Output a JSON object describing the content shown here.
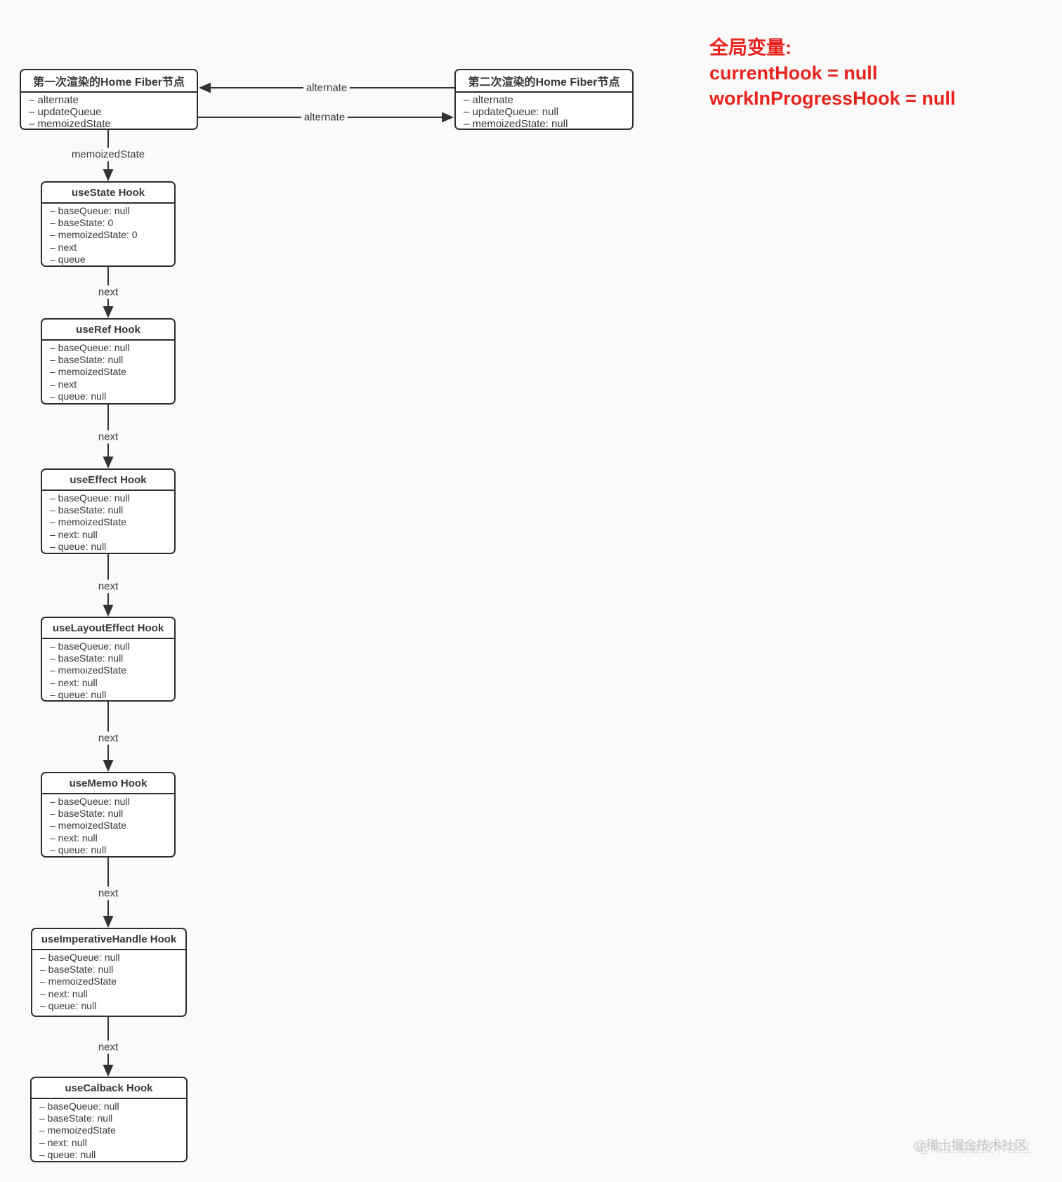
{
  "colors": {
    "background": "#fafafa",
    "box_border": "#2e2e2e",
    "box_fill": "#ffffff",
    "text": "#373737",
    "line": "#333333",
    "annotation_red": "#e8231d",
    "watermark_gray": "#c6c6c6"
  },
  "globals": {
    "heading": "全局变量:",
    "line1": "currentHook = null",
    "line2": "workInProgressHook = null"
  },
  "fiber_first": {
    "title": "第一次渲染的Home Fiber节点",
    "fields": [
      "– alternate",
      "– updateQueue",
      "– memoizedState"
    ]
  },
  "fiber_second": {
    "title": "第二次渲染的Home Fiber节点",
    "fields": [
      "– alternate",
      "– updateQueue: null",
      "– memoizedState: null"
    ]
  },
  "edges": {
    "alternate": "alternate",
    "memoized_state": "memoizedState",
    "next": "next"
  },
  "hooks": [
    {
      "title": "useState Hook",
      "fields": [
        "– baseQueue: null",
        "– baseState: 0",
        "– memoizedState: 0",
        "– next",
        "– queue"
      ]
    },
    {
      "title": "useRef Hook",
      "fields": [
        "– baseQueue: null",
        "– baseState: null",
        "– memoizedState",
        "– next",
        "– queue: null"
      ]
    },
    {
      "title": "useEffect Hook",
      "fields": [
        "– baseQueue: null",
        "– baseState: null",
        "– memoizedState",
        "– next: null",
        "– queue: null"
      ]
    },
    {
      "title": "useLayoutEffect Hook",
      "fields": [
        "– baseQueue: null",
        "– baseState: null",
        "– memoizedState",
        "– next: null",
        "– queue: null"
      ]
    },
    {
      "title": "useMemo Hook",
      "fields": [
        "– baseQueue: null",
        "– baseState: null",
        "– memoizedState",
        "– next: null",
        "– queue: null"
      ]
    },
    {
      "title": "useImperativeHandle Hook",
      "fields": [
        "– baseQueue: null",
        "– baseState: null",
        "– memoizedState",
        "– next: null",
        "– queue: null"
      ]
    },
    {
      "title": "useCalback Hook",
      "fields": [
        "– baseQueue: null",
        "– baseState: null",
        "– memoizedState",
        "– next: null",
        "– queue: null"
      ]
    }
  ],
  "watermark": "@稀土掘金技术社区"
}
